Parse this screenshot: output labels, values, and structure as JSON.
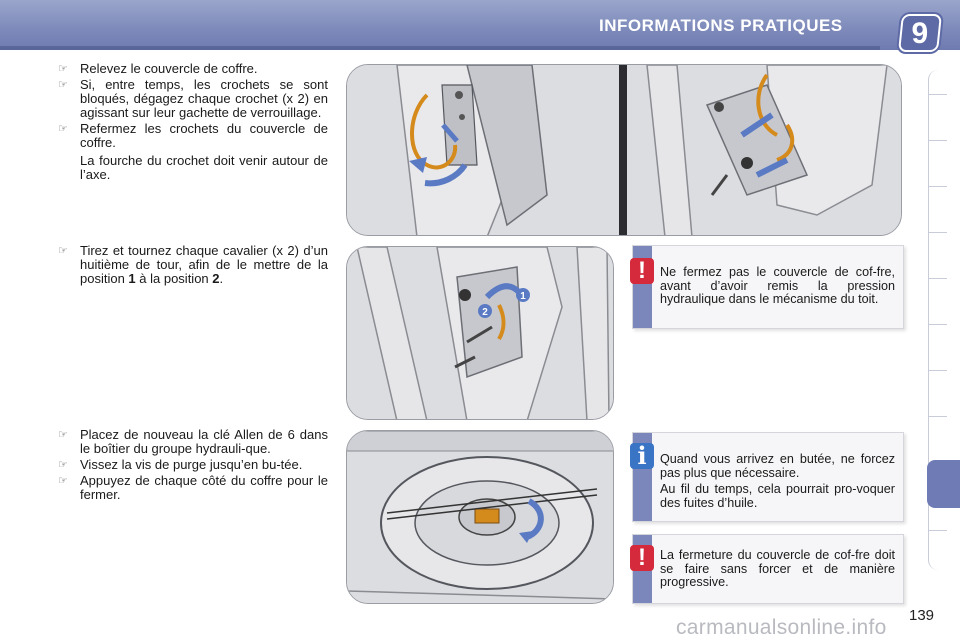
{
  "header": {
    "title": "INFORMATIONS PRATIQUES",
    "chapter": "9"
  },
  "bullet_mark": "☞",
  "section1": {
    "bullets": [
      "Relevez le couvercle de coffre.",
      "Si, entre temps, les crochets se sont bloqués, dégagez chaque crochet (x 2) en agissant sur leur gachette de verrouillage.",
      "Refermez les crochets du couvercle de coffre."
    ],
    "note": "La fourche du crochet doit venir autour de l’axe."
  },
  "section2": {
    "bullet_parts": [
      "Tirez et tournez chaque cavalier (x 2) d’un huitième de tour, afin de le mettre de la position ",
      "1",
      " à la position ",
      "2",
      "."
    ]
  },
  "section3": {
    "bullets": [
      "Placez de nouveau la clé Allen de 6 dans le boîtier du groupe hydrauli-que.",
      "Vissez la vis de purge jusqu’en bu-tée.",
      "Appuyez de chaque côté du coffre pour le fermer."
    ]
  },
  "figure2_labels": [
    "1",
    "2"
  ],
  "callouts": [
    {
      "type": "warning",
      "icon": "!",
      "paragraphs": [
        "Ne fermez pas le couvercle de cof-fre, avant d’avoir remis la pression hydraulique dans le mécanisme du toit."
      ]
    },
    {
      "type": "info",
      "icon": "i",
      "paragraphs": [
        "Quand vous arrivez en butée, ne forcez pas plus que nécessaire.",
        "Au fil du temps, cela pourrait pro-voquer des fuites d’huile."
      ]
    },
    {
      "type": "warning",
      "icon": "!",
      "paragraphs": [
        "La fermeture du couvercle de cof-fre doit se faire sans forcer et de manière progressive."
      ]
    }
  ],
  "page_number": "139",
  "watermark": "carmanualsonline.info",
  "colors": {
    "header": "#7f8bbb",
    "accent": "#6f7bb5",
    "warning": "#d42a3c",
    "info": "#3a74c5",
    "arrow": "#5a7bc4",
    "hook": "#d58a1c"
  }
}
